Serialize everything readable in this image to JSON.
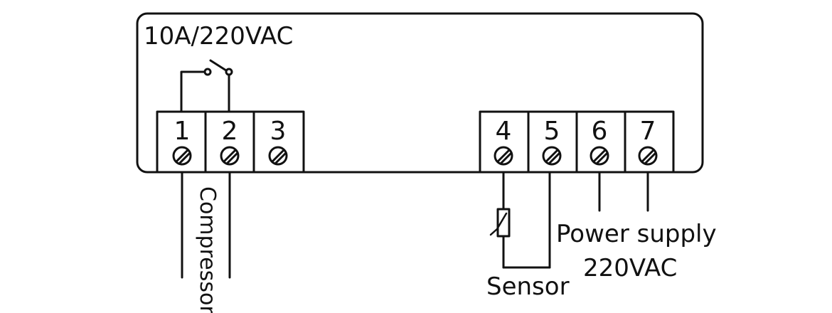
{
  "relay_label": "10A/220VAC",
  "terminals": [
    "1",
    "2",
    "3",
    "4",
    "5",
    "6",
    "7"
  ],
  "compressor_label": "Compressor",
  "sensor_label": "Sensor",
  "power_label_line1": "Power supply",
  "power_label_line2": "220VAC"
}
